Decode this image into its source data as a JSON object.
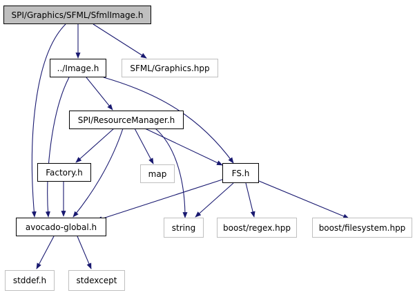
{
  "nodes": {
    "sfml_image": "SPI/Graphics/SFML/SfmlImage.h",
    "image": "../Image.h",
    "sfml_graphics": "SFML/Graphics.hpp",
    "resource_manager": "SPI/ResourceManager.h",
    "factory": "Factory.h",
    "map": "map",
    "fs": "FS.h",
    "avocado_global": "avocado-global.h",
    "string": "string",
    "boost_regex": "boost/regex.hpp",
    "boost_filesystem": "boost/filesystem.hpp",
    "stddef": "stddef.h",
    "stdexcept": "stdexcept"
  },
  "colors": {
    "edge": "#191970",
    "external_border": "#bfbfbf",
    "current_fill": "#bfbfbf"
  }
}
